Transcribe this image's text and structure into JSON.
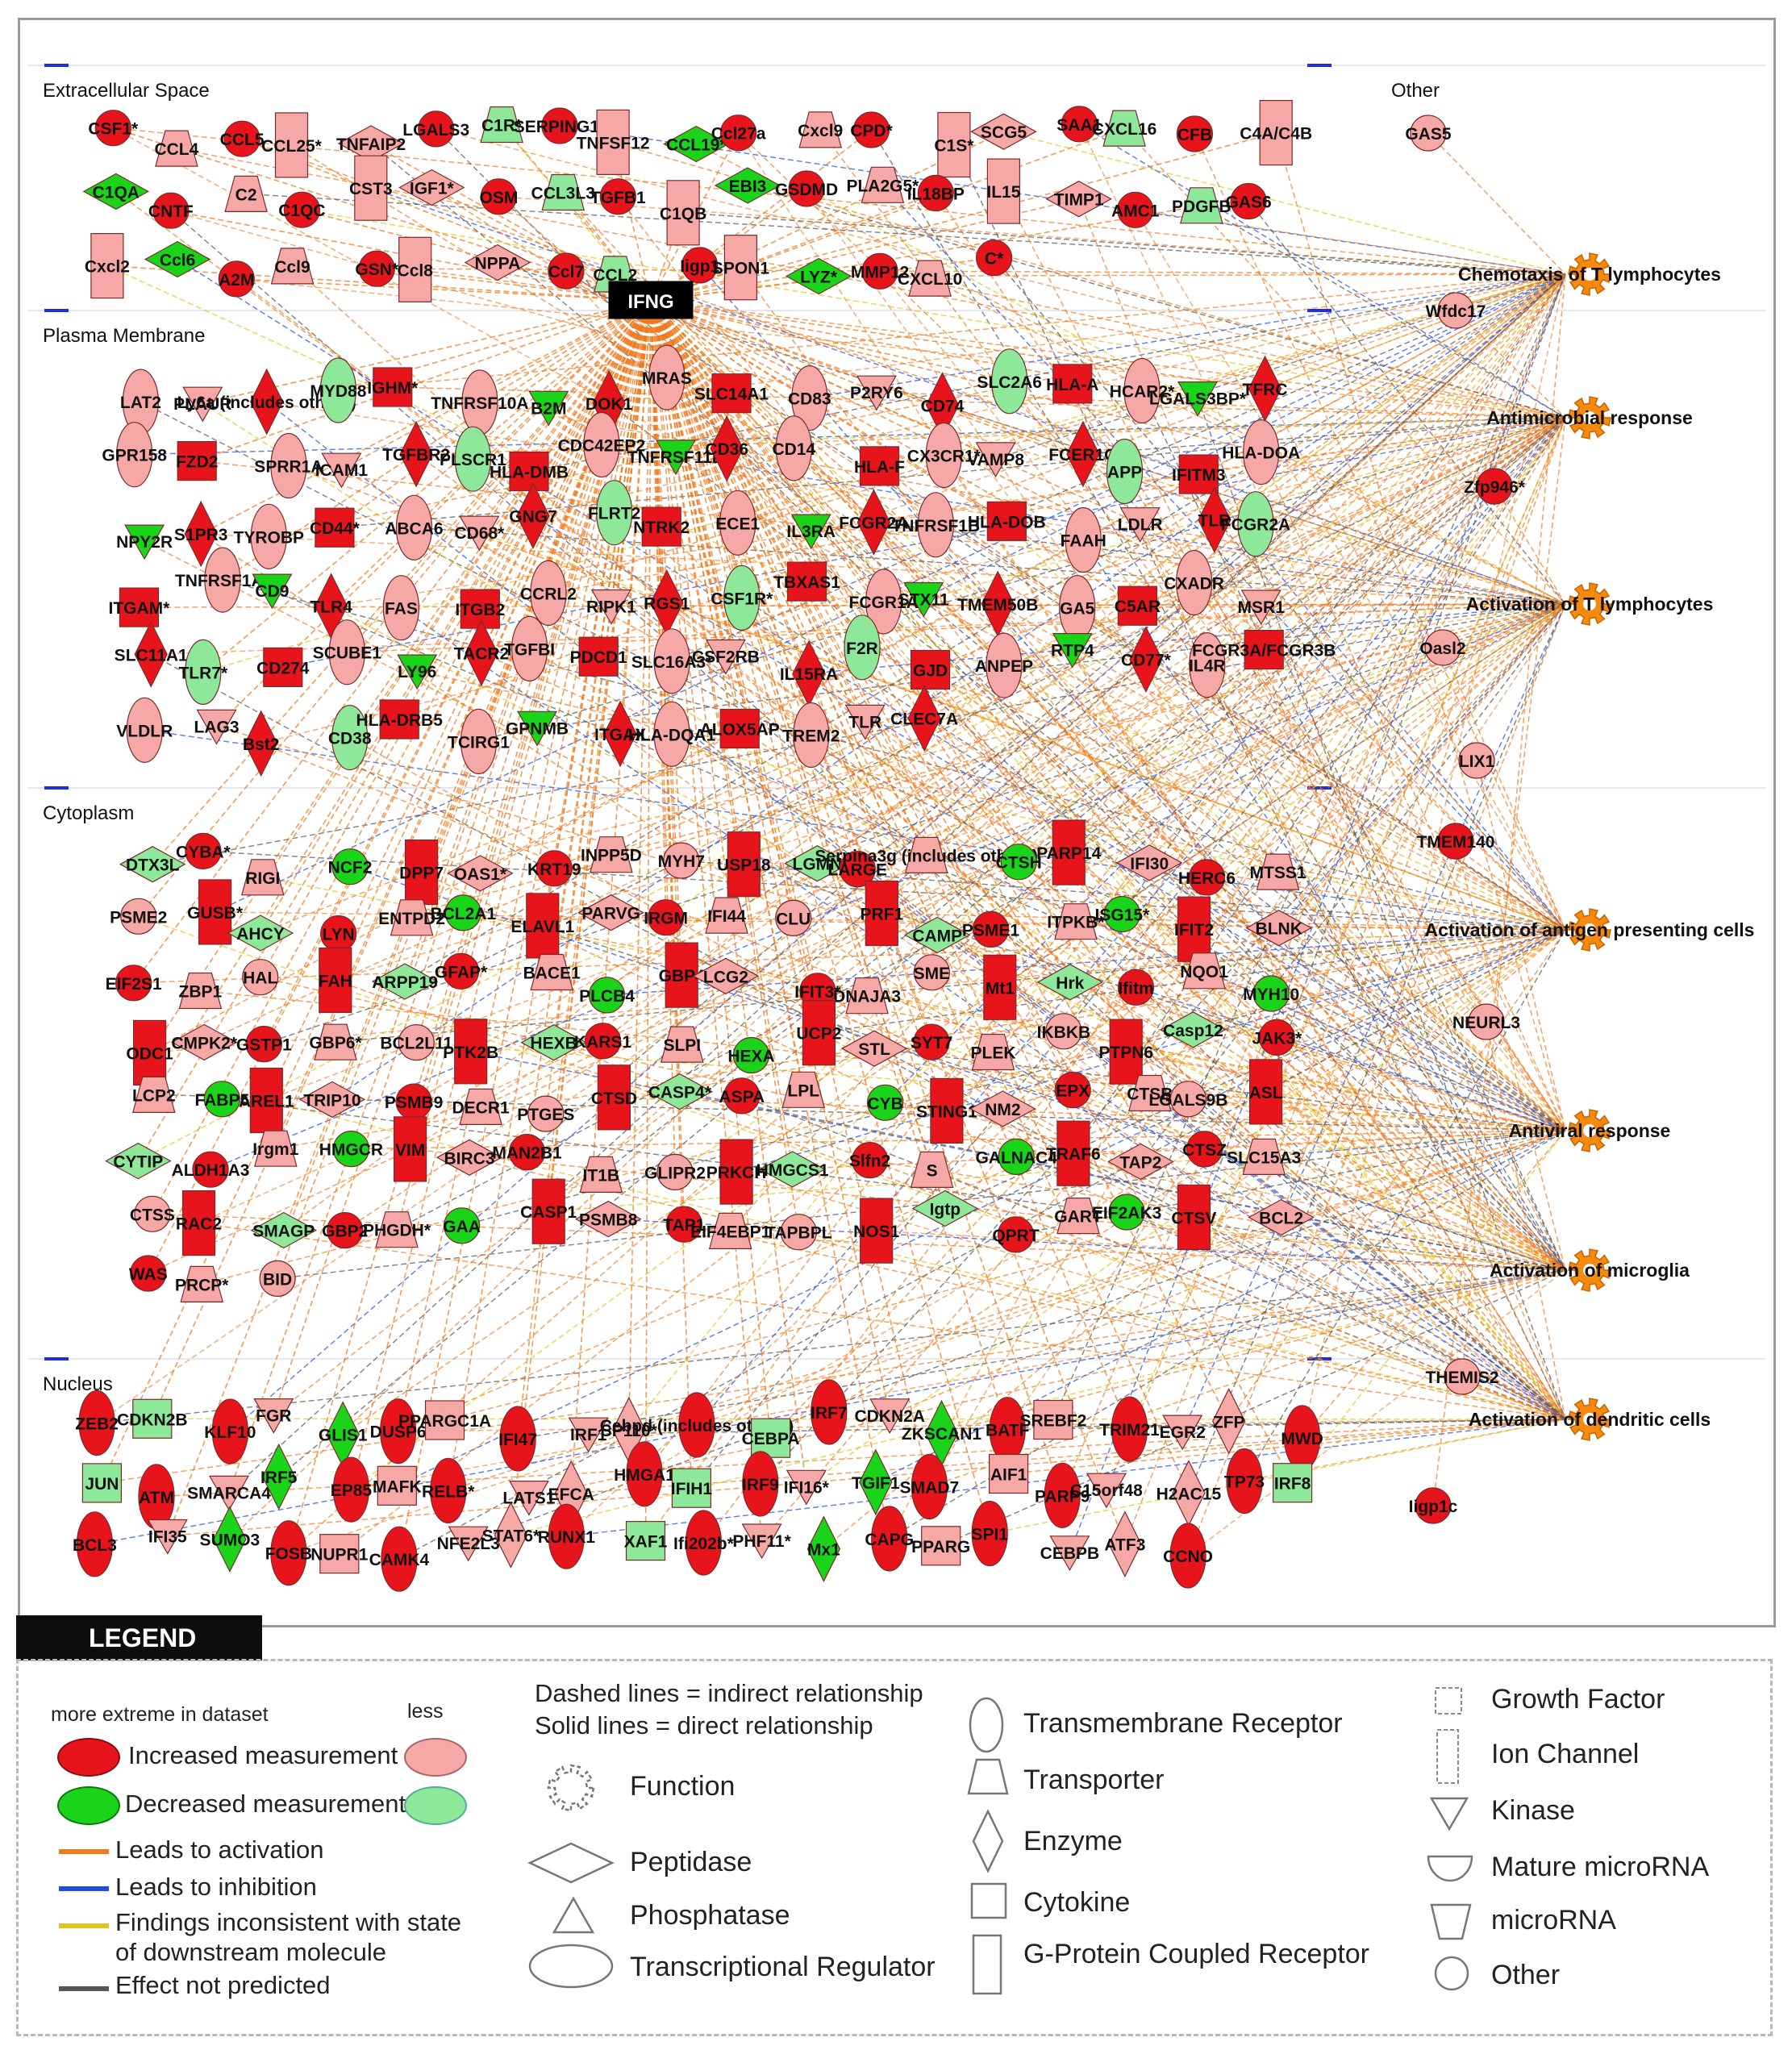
{
  "regions": {
    "extracellular": "Extracellular Space",
    "other": "Other",
    "plasma_membrane": "Plasma Membrane",
    "cytoplasm": "Cytoplasm",
    "nucleus": "Nucleus"
  },
  "hub": "IFNG",
  "functions": [
    "Chemotaxis of T lymphocytes",
    "Antimicrobial response",
    "Activation of T lymphocytes",
    "Activation of antigen presenting cells",
    "Antiviral response",
    "Activation of microglia",
    "Activation of dendritic cells"
  ],
  "nodes": {
    "extracellular": [
      "CSF1*",
      "CCL4",
      "CCL5",
      "CCL25*",
      "TNFAIP2",
      "LGALS3",
      "C1R*",
      "SERPING1*",
      "TNFSF12",
      "CCL19*",
      "Ccl27a",
      "Cxcl9",
      "CPD*",
      "C1S*",
      "SCG5",
      "SAA1",
      "CXCL16",
      "CFB",
      "C4A/C4B",
      "C1QA",
      "CNTF",
      "C2",
      "C1QC",
      "CST3",
      "IGF1*",
      "OSM",
      "CCL3L3",
      "TGFB1",
      "C1QB",
      "EBI3",
      "GSDMD",
      "PLA2G5*",
      "IL18BP",
      "IL15",
      "TIMP1",
      "AMC1",
      "PDGFB",
      "GAS6",
      "Cxcl2",
      "Ccl6",
      "A2M",
      "Ccl9",
      "GSN*",
      "Ccl8",
      "NPPA",
      "Ccl7",
      "CCL2",
      "Iigp1",
      "SPON1",
      "LYZ*",
      "MMP12",
      "CXCL10",
      "C*"
    ],
    "other": [
      "GAS5",
      "Wfdc17",
      "Zfp946*",
      "Oasl2",
      "LIX1",
      "TMEM140",
      "NEURL3",
      "THEMIS2",
      "Iigp1c"
    ],
    "membrane": [
      "LAT2",
      "PLAUR",
      "Ly6a (includes others)",
      "MYD88",
      "IGHM*",
      "TNFRSF10A",
      "B2M",
      "DOK1",
      "MRAS",
      "SLC14A1",
      "CD83",
      "P2RY6",
      "CD74",
      "SLC2A6",
      "HLA-A",
      "HCAR2*",
      "LGALS3BP*",
      "TFRC",
      "GPR158",
      "FZD2",
      "SPRR1A",
      "ICAM1",
      "TGFBR2",
      "PLSCR1",
      "HLA-DMB",
      "CDC42EP2",
      "TNFRSF11B",
      "CD36",
      "CD14",
      "HLA-F",
      "CX3CR1*",
      "VAMP8",
      "FCER1G",
      "APP",
      "IFITM3",
      "HLA-DOA",
      "NPY2R",
      "S1PR3",
      "TYROBP",
      "CD44*",
      "ABCA6",
      "CD68*",
      "GNG7",
      "FLRT2",
      "NTRK2",
      "ECE1",
      "IL3RA",
      "FCGR2A",
      "TNFRSF1B",
      "HLA-DOB",
      "FAAH",
      "LDLR",
      "TLR",
      "FCGR2A",
      "ITGAM*",
      "TNFRSF1A*",
      "CD9",
      "TLR4",
      "FAS",
      "ITGB2",
      "CCRL2",
      "RIPK1",
      "RGS1",
      "CSF1R*",
      "TBXAS1",
      "FCGR1A",
      "STX11",
      "TMEM50B",
      "GA5",
      "C5AR",
      "CXADR",
      "MSR1",
      "SLC11A1",
      "TLR7*",
      "CD274",
      "SCUBE1",
      "LY96",
      "TACR2",
      "TGFBI",
      "PDCD1",
      "SLC16A3*",
      "CSF2RB",
      "IL15RA",
      "F2R",
      "GJD",
      "ANPEP",
      "RTP4",
      "CD77*",
      "IL4R",
      "FCGR3A/FCGR3B",
      "VLDLR",
      "LAG3",
      "Bst2",
      "CD38",
      "HLA-DRB5",
      "TCIRG1",
      "GPNMB",
      "ITGAX",
      "HLA-DQA1",
      "ALOX5AP",
      "TREM2",
      "TLR",
      "CLEC7A"
    ],
    "cytoplasm": [
      "DTX3L",
      "CYBA*",
      "RIGI",
      "NCF2",
      "DPP7",
      "OAS1*",
      "KRT19",
      "INPP5D",
      "MYH7",
      "USP18",
      "LGMN",
      "LARGE",
      "Serpina3g (includes others)",
      "CTSH",
      "PARP14",
      "IFI30",
      "HERC6",
      "MTSS1",
      "PSME2",
      "GUSB*",
      "AHCY",
      "LYN",
      "ENTPD2",
      "BCL2A1",
      "ELAVL1",
      "PARVG",
      "IRGM",
      "IFI44",
      "CLU",
      "PRF1",
      "CAMP",
      "PSME1",
      "ITPKB*",
      "ISG15*",
      "IFIT2",
      "BLNK",
      "EIF2S1",
      "ZBP1",
      "HAL",
      "FAH",
      "ARPP19",
      "GFAP*",
      "BACE1",
      "PLCB4",
      "GBP4",
      "LCG2",
      "IFIT3*",
      "DNAJA3",
      "SME",
      "Mt1",
      "Hrk",
      "Ifitm",
      "NQO1",
      "MYH10",
      "ODC1",
      "CMPK2*",
      "GSTP1",
      "GBP6*",
      "BCL2L11",
      "PTK2B",
      "HEXB",
      "KARS1",
      "SLPI",
      "HEXA",
      "UCP2",
      "STL",
      "SYT7",
      "PLEK",
      "IKBKB",
      "PTPN6",
      "Casp12",
      "JAK3*",
      "LCP2",
      "FABP5",
      "AREL1",
      "TRIP10",
      "PSMB9",
      "DECR1",
      "PTGES",
      "CTSD",
      "CASP4*",
      "ASPA",
      "LPL",
      "CYB",
      "STING1",
      "NM2",
      "EPX",
      "CTSB",
      "LGALS9B",
      "ASL",
      "CYTIP",
      "ALDH1A3",
      "Irgm1",
      "HMGCR",
      "VIM",
      "BIRC3",
      "MAN2B1",
      "IT1B",
      "GLIPR2",
      "PRKCH",
      "HMGCS1",
      "Slfn2",
      "S",
      "GALNAC4",
      "TRAF6",
      "TAP2",
      "CTSZ",
      "SLC15A3",
      "CTSS",
      "RAC2",
      "SMAGP",
      "GBP2",
      "PHGDH*",
      "GAA",
      "CASP1",
      "PSMB8",
      "TAP1",
      "EIF4EBP1",
      "TAPBPL",
      "NOS1",
      "Igtp",
      "QPRT",
      "GART",
      "EIF2AK3",
      "CTSV",
      "BCL2",
      "WAS",
      "PRCP*",
      "BID"
    ],
    "nucleus": [
      "ZEB2",
      "CDKN2B",
      "KLF10",
      "FGR",
      "GLIS1",
      "DUSP6",
      "PPARGC1A",
      "IFI47",
      "IRF1",
      "SP110*",
      "Cebpd (includes others)",
      "CEBPA",
      "IRF7",
      "CDKN2A",
      "ZKSCAN1",
      "BATF",
      "SREBF2",
      "TRIM21",
      "EGR2",
      "ZFP",
      "MWD",
      "JUN",
      "ATM",
      "SMARCA4",
      "IRF5",
      "EP85",
      "MAFK",
      "RELB*",
      "LATS1",
      "EFCA",
      "HMGA1",
      "IFIH1",
      "IRF9",
      "IFI16*",
      "TGIF1",
      "SMAD7",
      "AIF1",
      "PARP9",
      "C15orf48",
      "H2AC15",
      "TP73",
      "IRF8",
      "BCL3",
      "IFI35",
      "SUMO3",
      "FOSB",
      "NUPR1",
      "CAMK4",
      "NFE2L3",
      "STAT6*",
      "RUNX1",
      "XAF1",
      "Ifi202b*",
      "PHF11*",
      "Mx1",
      "CAPG",
      "PPARG",
      "SPI1",
      "CEBPB",
      "ATF3",
      "CCNO"
    ]
  },
  "legend": {
    "tab": "LEGEND",
    "more_extreme": "more extreme in dataset",
    "less": "less",
    "increased": "Increased measurement",
    "decreased": "Decreased measurement",
    "activation": "Leads to activation",
    "inhibition": "Leads to inhibition",
    "inconsistent_1": "Findings inconsistent with state",
    "inconsistent_2": "of downstream molecule",
    "not_predicted": "Effect not predicted",
    "dashed": "Dashed lines = indirect relationship",
    "solid": "Solid lines = direct relationship",
    "function": "Function",
    "peptidase": "Peptidase",
    "phosphatase": "Phosphatase",
    "transcriptional_regulator": "Transcriptional Regulator",
    "transmembrane_receptor": "Transmembrane Receptor",
    "transporter": "Transporter",
    "enzyme": "Enzyme",
    "cytokine": "Cytokine",
    "gpcr": "G-Protein Coupled Receptor",
    "growth_factor": "Growth Factor",
    "ion_channel": "Ion Channel",
    "kinase": "Kinase",
    "mature_microrna": "Mature microRNA",
    "microrna": "microRNA",
    "other": "Other"
  },
  "colors": {
    "increased_strong": "#e8141c",
    "increased_weak": "#f6a8a6",
    "decreased_strong": "#1ad41a",
    "decreased_weak": "#8ee89a",
    "activation": "#f07a1e",
    "inhibition": "#1f4fe0",
    "inconsistent": "#e4c21b",
    "not_predicted": "#555555",
    "function_icon": "#f58a0e"
  }
}
